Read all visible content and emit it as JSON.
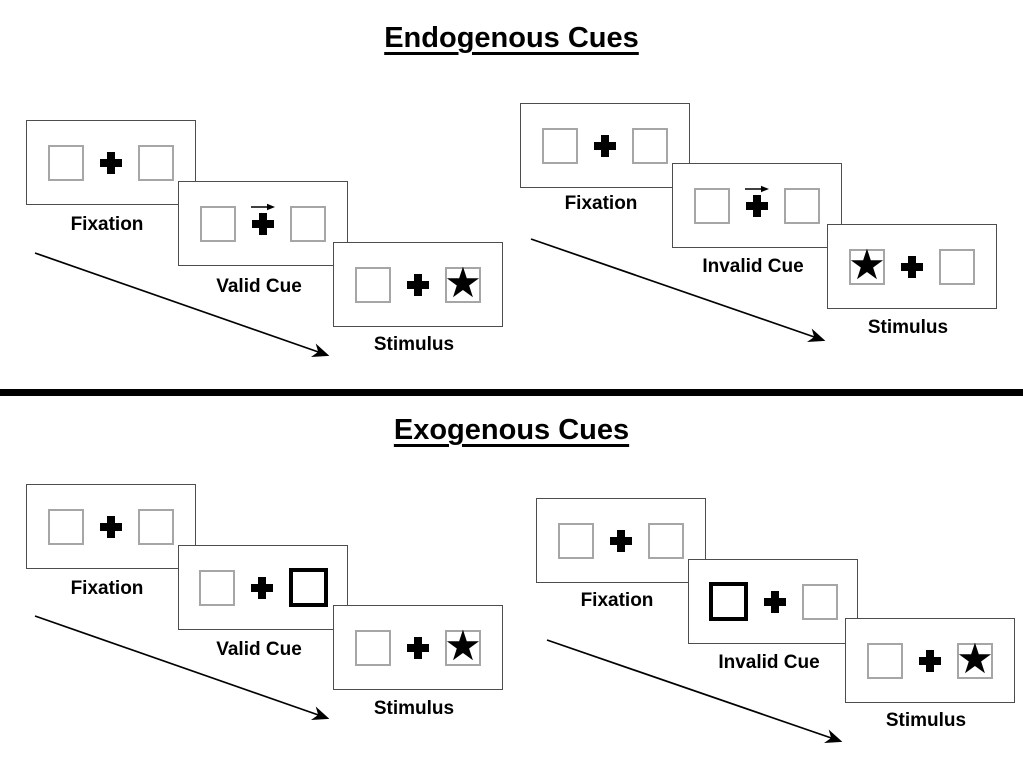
{
  "glyphs": {
    "star": "★"
  },
  "colors": {
    "background": "#ffffff",
    "panel_border": "#4d4d4d",
    "square_border": "#a6a6a6",
    "cue_highlight": "#000000",
    "text": "#000000",
    "divider": "#000000"
  },
  "sections": {
    "endogenous": {
      "title": "Endogenous Cues",
      "trials": {
        "valid": {
          "steps": [
            {
              "label": "Fixation",
              "cue": "none",
              "star_side": "none"
            },
            {
              "label": "Valid Cue",
              "cue": "central-arrow-right",
              "star_side": "none"
            },
            {
              "label": "Stimulus",
              "cue": "none",
              "star_side": "right"
            }
          ]
        },
        "invalid": {
          "steps": [
            {
              "label": "Fixation",
              "cue": "none",
              "star_side": "none"
            },
            {
              "label": "Invalid Cue",
              "cue": "central-arrow-right",
              "star_side": "none"
            },
            {
              "label": "Stimulus",
              "cue": "none",
              "star_side": "left"
            }
          ]
        }
      }
    },
    "exogenous": {
      "title": "Exogenous Cues",
      "trials": {
        "valid": {
          "steps": [
            {
              "label": "Fixation",
              "cue": "none",
              "star_side": "none"
            },
            {
              "label": "Valid Cue",
              "cue": "peripheral-box-right",
              "star_side": "none"
            },
            {
              "label": "Stimulus",
              "cue": "none",
              "star_side": "right"
            }
          ]
        },
        "invalid": {
          "steps": [
            {
              "label": "Fixation",
              "cue": "none",
              "star_side": "none"
            },
            {
              "label": "Invalid Cue",
              "cue": "peripheral-box-left",
              "star_side": "none"
            },
            {
              "label": "Stimulus",
              "cue": "none",
              "star_side": "right"
            }
          ]
        }
      }
    }
  }
}
